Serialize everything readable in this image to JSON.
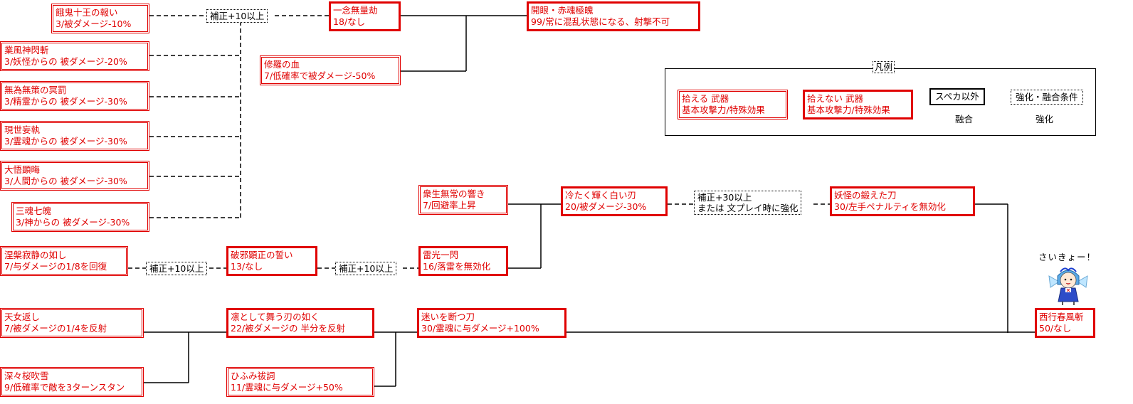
{
  "nodes": {
    "gaki": {
      "name": "餓鬼十王の報い",
      "stat": "3/被ダメージ-10%"
    },
    "gofu": {
      "name": "業風神閃斬",
      "stat": "3/妖怪からの 被ダメージ-20%"
    },
    "mui": {
      "name": "無為無策の冥罰",
      "stat": "3/精霊からの 被ダメージ-30%"
    },
    "gense": {
      "name": "現世妄執",
      "stat": "3/霊魂からの 被ダメージ-30%"
    },
    "daigo": {
      "name": "大悟顕晦",
      "stat": "3/人間からの 被ダメージ-30%"
    },
    "sankon": {
      "name": "三魂七魄",
      "stat": "3/神からの 被ダメージ-30%"
    },
    "ichinen": {
      "name": "一念無量劫",
      "stat": "18/なし"
    },
    "shura": {
      "name": "修羅の血",
      "stat": "7/低確率で被ダメージ-50%"
    },
    "kaigen": {
      "name": "開眼・赤魂極魄",
      "stat": "99/常に混乱状態になる、射撃不可"
    },
    "shujo": {
      "name": "衆生無常の響き",
      "stat": "7/回避率上昇"
    },
    "tsumetaku": {
      "name": "冷たく輝く白い刃",
      "stat": "20/被ダメージ-30%"
    },
    "youkai": {
      "name": "妖怪の鍛えた刀",
      "stat": "30/左手ペナルティを無効化"
    },
    "nehan": {
      "name": "涅槃寂静の如し",
      "stat": "7/与ダメージの1/8を回復"
    },
    "haja": {
      "name": "破邪顕正の誓い",
      "stat": "13/なし"
    },
    "raiko": {
      "name": "雷光一閃",
      "stat": "16/落雷を無効化"
    },
    "tennyo": {
      "name": "天女返し",
      "stat": "7/被ダメージの1/4を反射"
    },
    "rin": {
      "name": "凛として舞う刃の如く",
      "stat": "22/被ダメージの 半分を反射"
    },
    "mayoi": {
      "name": "迷いを断つ刀",
      "stat": "30/霊魂に与ダメージ+100%"
    },
    "shinshin": {
      "name": "深々桜吹雪",
      "stat": "9/低確率で敵を3ターンスタン"
    },
    "hifumi": {
      "name": "ひふみ祓詞",
      "stat": "11/霊魂に与ダメージ+50%"
    },
    "saigyo": {
      "name": "西行春風斬",
      "stat": "50/なし"
    }
  },
  "conditions": {
    "c1": "補正+10以上",
    "c2": "補正+10以上",
    "c3": "補正+10以上",
    "c4_line1": "補正+30以上",
    "c4_line2": "または 文プレイ時に強化"
  },
  "legend": {
    "title": "凡例",
    "pickable_line1": "拾える 武器",
    "pickable_line2": "基本攻撃力/特殊効果",
    "unpickable_line1": "拾えない 武器",
    "unpickable_line2": "基本攻撃力/特殊効果",
    "non_spellcard": "スペカ以外",
    "condition": "強化・融合条件",
    "fusion": "融合",
    "enhance": "強化"
  },
  "speech": "さいきょー！",
  "colors": {
    "weapon": "#e00000",
    "line": "#000000"
  }
}
